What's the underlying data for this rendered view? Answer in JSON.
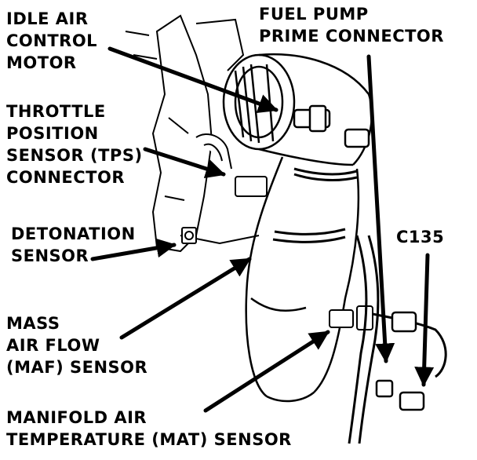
{
  "diagram": {
    "labels": {
      "idle_air_control_motor": [
        "IDLE AIR",
        "CONTROL",
        "MOTOR"
      ],
      "fuel_pump_prime_connector": [
        "FUEL PUMP",
        "PRIME CONNECTOR"
      ],
      "throttle_position_sensor": [
        "THROTTLE",
        "POSITION",
        "SENSOR (TPS)",
        "CONNECTOR"
      ],
      "detonation_sensor": [
        "DETONATION",
        "SENSOR"
      ],
      "c135": [
        "C135"
      ],
      "mass_air_flow_sensor": [
        "MASS",
        "AIR FLOW",
        "(MAF) SENSOR"
      ],
      "manifold_air_temperature_sensor": [
        "MANIFOLD AIR",
        "TEMPERATURE (MAT) SENSOR"
      ]
    },
    "colors": {
      "ink": "#000000",
      "paper": "#ffffff"
    }
  }
}
